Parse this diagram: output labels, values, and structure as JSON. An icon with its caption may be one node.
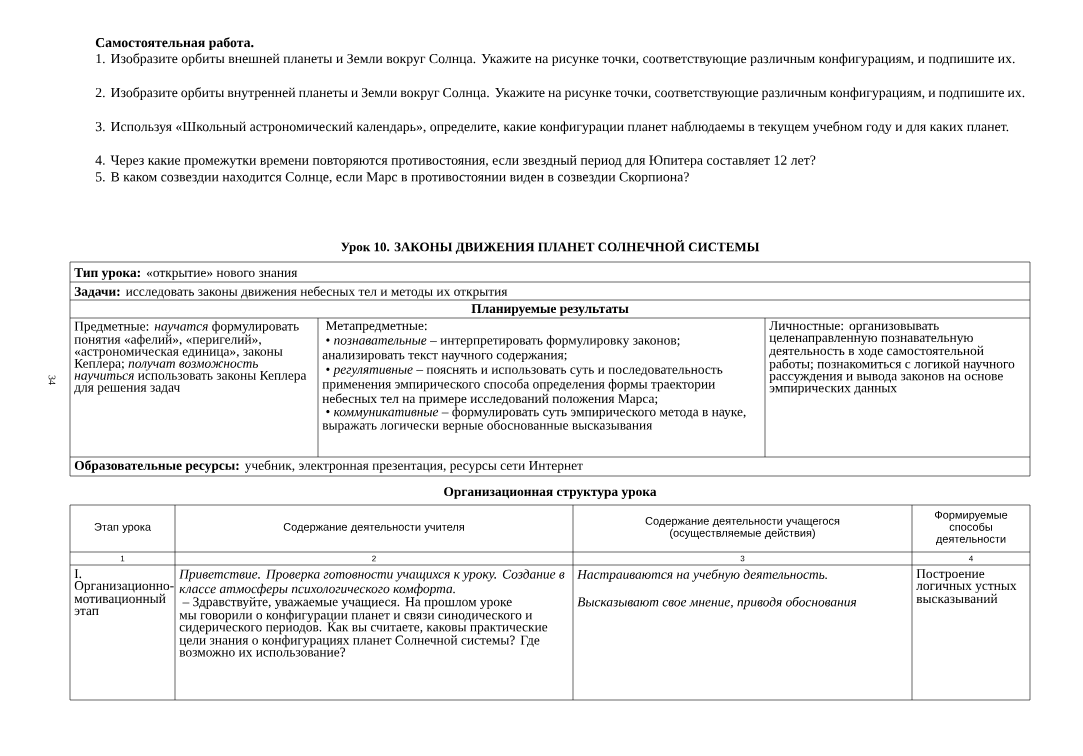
{
  "diagram": {
    "title": "Урок 10. ЗАКОНЫ ДВИЖЕНИЯ ПЛАНЕТ СОЛНЕЧНОЙ СИСТЕМЫ",
    "labels": [
      "Самостоятельная работа.",
      "1. Изобразите орбиты внешней планеты и Земли вокруг Солнца. Укажите на рисунке точки, соответствующие различным конфигурациям, и подпишите их.",
      "2. Изобразите орбиты внутренней планеты и Земли вокруг Солнца. Укажите на рисунке точки, соответствующие различным конфигурациям, и подпишите их.",
      "3. Используя «Школьный астрономический календарь», определите, какие конфигурации планет наблюдаемы в текущем учебном году и для каких планет.",
      "4. Через какие промежутки времени повторяются противостояния, если звездный период для Юпитера составляет 12 лет?",
      "5. В каком созвездии находится Солнце, если Марс в противостоянии виден в созвездии Скорпиона?",
      "**Тип урока:** «открытие» нового знания",
      "**Задачи:** исследовать законы движения небесных тел и методы их открытия",
      "Планируемые результаты",
      "Предметные: *научатся* формулировать понятия «афелий», «перигелий», «астрономическая единица», законы Кеплера; *получат возможность научиться* использовать законы Кеплера для решения задач",
      "Метапредметные:",
      "• *познавательные* – интерпретировать формулировку законов; анализировать текст научного содержания;",
      "• *регулятивные* – пояснять и использовать суть и последовательность применения эмпирического способа определения формы траектории небесных тел на примере исследований положения Марса;",
      "• *коммуникативные* – формулировать суть эмпирического метода в науке, выражать логически верные обоснованные высказывания",
      "Личностные: организовывать целенаправленную познавательную деятельность в ходе самостоятельной работы; познакомиться с логикой научного рассуждения и вывода законов на основе эмпирических данных",
      "**Образовательные ресурсы:** учебник, электронная презентация, ресурсы сети Интернет",
      "Организационная структура урока",
      "Этап урока",
      "Содержание деятельности учителя",
      "Содержание деятельности учащегося (осуществляемые действия)",
      "Формируемые способы деятельности",
      "1",
      "2",
      "3",
      "4",
      "I. Организационно-мотивационный этап",
      "Приветствие. Проверка готовности учащихся к уроку. Создание в классе атмосферы психологического комфорта.",
      "– Здравствуйте, уважаемые учащиеся. На прошлом уроке мы говорили о конфигурации планет и связи синодического и сидерического периодов. Как вы считаете, каковы практические цели знания о конфигурациях планет Солнечной системы? Где возможно их использование?",
      "Настраиваются на учебную деятельность.",
      "Высказывают свое мнение, приводя обоснования",
      "Построение логичных устных высказываний",
      "34"
    ]
  }
}
